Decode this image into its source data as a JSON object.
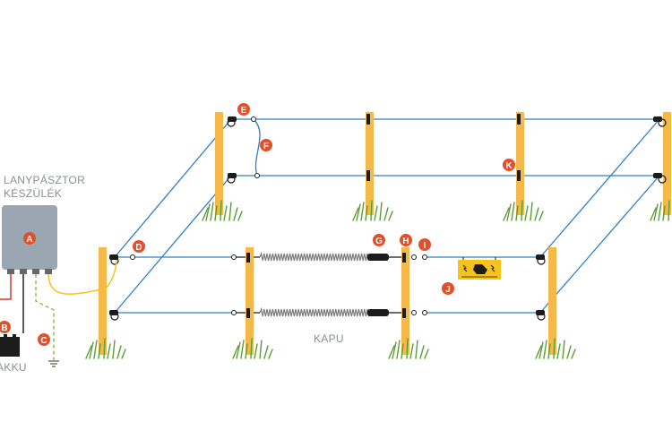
{
  "labels": {
    "device_line1": "LANYPÁSZTOR",
    "device_line2": "KÉSZÜLÉK",
    "battery": "AKKU",
    "gate": "KAPU"
  },
  "badges": [
    "A",
    "B",
    "C",
    "D",
    "E",
    "F",
    "G",
    "H",
    "I",
    "J",
    "K"
  ],
  "colors": {
    "post": "#f5b94a",
    "wire": "#2f7fc4",
    "badge": "#e2502b",
    "device": "#9aa6b2",
    "ground": "#8bc34a",
    "grass": "#5a9e36",
    "sign": "#f6c21c",
    "spring": "#7d7d7d",
    "red_wire": "#d9352a"
  }
}
